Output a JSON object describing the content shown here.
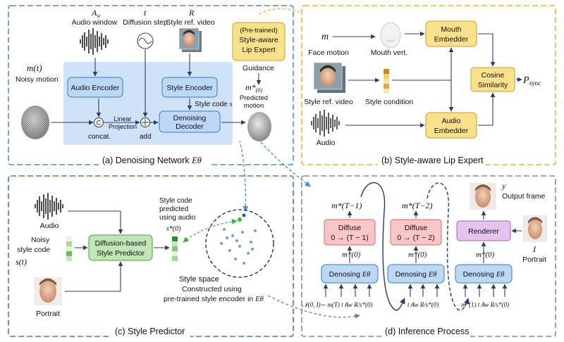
{
  "panel_a": {
    "caption": "(a) Denoising Network",
    "caption_math": "Eθ",
    "audio_symbol": "A",
    "audio_sub": "w",
    "audio_label": "Audio window",
    "t_symbol": "t",
    "t_label": "Diffusion step",
    "r_symbol": "R",
    "r_label": "Style ref. video",
    "noisy_symbol": "m(t)",
    "noisy_label": "Noisy motion",
    "audio_encoder": "Audio Encoder",
    "style_encoder": "Style Encoder",
    "denoise_line1": "Denoising",
    "denoise_line2": "Decoder",
    "style_code": "Style code",
    "style_code_symbol": "s",
    "concat_glyph": "C",
    "concat_label": "concat.",
    "linear1": "Linear",
    "linear2": "Projection",
    "add_label": "add",
    "pred_symbol": "m*",
    "pred_sub": "(0)",
    "pred_label1": "Predicted",
    "pred_label2": "motion",
    "expert_line1": "(Pre-trained)",
    "expert_line2": "Style-aware",
    "expert_line3": "Lip Expert",
    "guidance": "Guidance"
  },
  "panel_b": {
    "caption": "(b) Style-aware Lip Expert",
    "m_symbol": "m",
    "face_motion": "Face motion",
    "mouth_vert": "Mouth vert.",
    "style_ref": "Style ref. video",
    "style_condition": "Style condition",
    "audio": "Audio",
    "mouth_embedder1": "Mouth",
    "mouth_embedder2": "Embedder",
    "audio_embedder1": "Audio",
    "audio_embedder2": "Embedder",
    "cosine1": "Cosine",
    "cosine2": "Similarity",
    "psync": "P",
    "psync_sub": "sync"
  },
  "panel_c": {
    "caption": "(c) Style Predictor",
    "audio": "Audio",
    "noisy_label1": "Noisy",
    "noisy_label2": "style code",
    "noisy_symbol": "s(t)",
    "predictor1": "Diffusion-based",
    "predictor2": "Style Predictor",
    "portrait": "Portrait",
    "pred_line1": "Style code",
    "pred_line2": "predicted",
    "pred_line3": "using audio",
    "pred_symbol": "s*(0)",
    "space_title": "Style space",
    "space_line1": "Constructed using",
    "space_line2": "pre-trained style encoder in",
    "space_math": "Eθ"
  },
  "panel_d": {
    "caption": "(d) Inference Process",
    "m_t1": "m*(T−1)",
    "m_t2": "m*(T−2)",
    "diffuse": "Diffuse",
    "diffuse1_range": "0 → (T − 1)",
    "diffuse2_range": "0 → (T − 2)",
    "m0": "m*(0)",
    "renderer": "Renderer",
    "denoising": "Denosing",
    "denoising_math": "Eθ",
    "y_symbol": "y",
    "output_frame": "Output frame",
    "i_symbol": "I",
    "portrait": "Portrait",
    "inputs1": "𝒩(0, I)∼ m(T)  t   Aw  R/s*(0)",
    "inputs2": "t   Aw  R/s*(0)",
    "inputs3": "m*(1)  t   Aw  R/s*(0)"
  },
  "colors": {
    "blue_panel": "#4a8fe0",
    "yellow_panel": "#e8b830",
    "green_panel": "#3e9a3a",
    "gray_panel": "#8a8a8a"
  }
}
